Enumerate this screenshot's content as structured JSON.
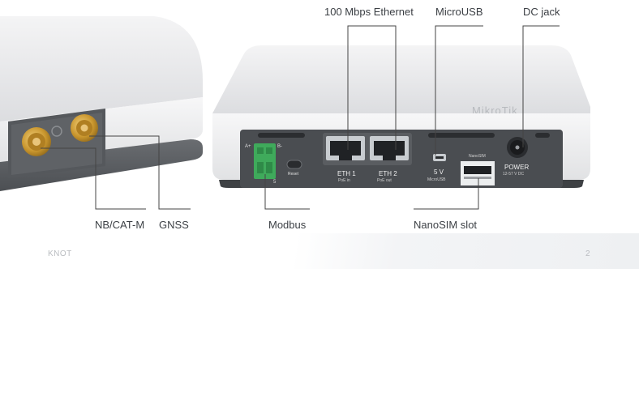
{
  "labels": {
    "ethernet": "100 Mbps Ethernet",
    "microusb": "MicroUSB",
    "dcjack": "DC jack",
    "nbcatm": "NB/CAT-M",
    "gnss": "GNSS",
    "modbus": "Modbus",
    "nanosim_slot": "NanoSIM slot"
  },
  "device_text": {
    "brand": "MikroTik",
    "a_plus": "A+",
    "b_minus": "B-",
    "reset": "Reset",
    "eth1": "ETH 1",
    "eth1_sub": "PoE in",
    "eth2": "ETH 2",
    "eth2_sub": "PoE out",
    "usb_voltage": "5 V",
    "usb_sub": "MicroUSB",
    "nanosim": "NanoSIM",
    "power": "POWER",
    "power_sub": "12-57 V DC",
    "terminal_num": "5"
  },
  "footer": {
    "product": "KNOT",
    "page_number": "2"
  },
  "colors": {
    "gold": "#c9962e",
    "port_metal": "#c8ccd0",
    "casing": "#e9eaec",
    "panel": "#4a4d51",
    "terminal_green": "#3faa5b",
    "line": "#444444"
  }
}
